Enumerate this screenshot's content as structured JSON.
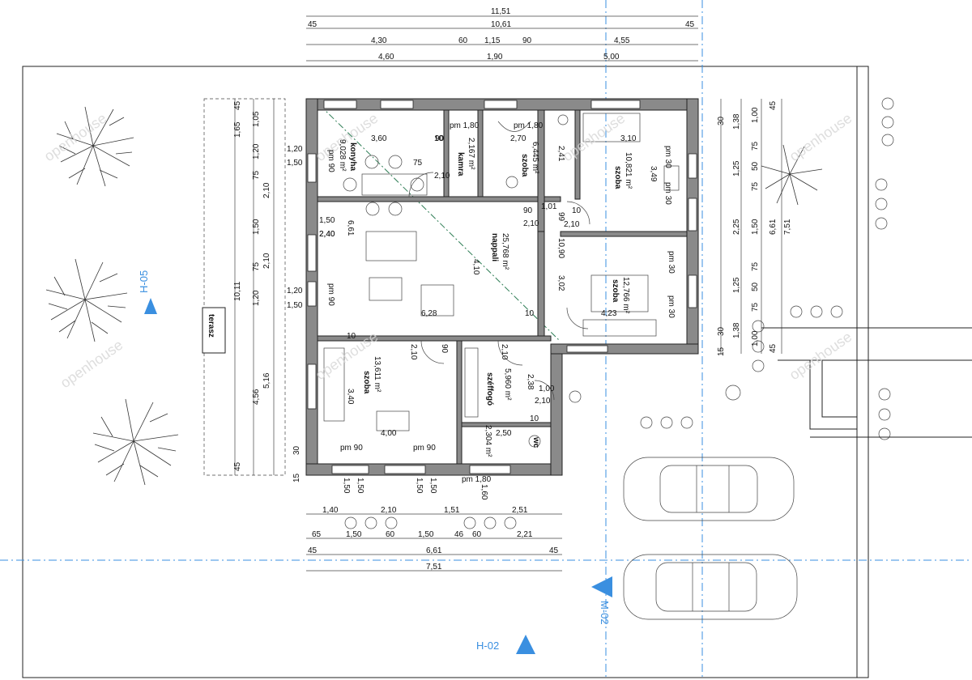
{
  "dims_top": [
    "11,51",
    "45",
    "10,61",
    "45",
    "4,30",
    "60",
    "1,15",
    "90",
    "4,55",
    "4,60",
    "1,90",
    "5,00"
  ],
  "dims_bottom": [
    "1,40",
    "2,10",
    "1,51",
    "2,51",
    "65",
    "1,50",
    "60",
    "1,50",
    "46",
    "60",
    "2,21",
    "45",
    "6,61",
    "45",
    "7,51"
  ],
  "dims_left": [
    "45",
    "1,05",
    "1,65",
    "1,20",
    "75",
    "2,10",
    "1,50",
    "75",
    "2,10",
    "1,20",
    "10,11",
    "5,16",
    "4,56",
    "45",
    "30",
    "15",
    "1,20",
    "1,50",
    "1,50",
    "2,40",
    "1,20",
    "1,50"
  ],
  "dims_right": [
    "45",
    "1,00",
    "1,38",
    "75",
    "1,25",
    "50",
    "75",
    "2,25",
    "1,50",
    "6,61",
    "7,51",
    "75",
    "1,25",
    "50",
    "75",
    "1,38",
    "1,00",
    "45",
    "30",
    "15",
    "30"
  ],
  "rooms": [
    {
      "name": "konyha",
      "area": "9,028 m²"
    },
    {
      "name": "kamra",
      "area": "2,167 m²"
    },
    {
      "name": "szoba",
      "area": "6,445 m²"
    },
    {
      "name": "szoba",
      "area": "10,821 m²"
    },
    {
      "name": "nappali",
      "area": "25,768 m²"
    },
    {
      "name": "szoba",
      "area": "12,766 m²"
    },
    {
      "name": "szoba",
      "area": "13,611 m²"
    },
    {
      "name": "széffogó",
      "area": "5,960 m²"
    },
    {
      "name": "wc",
      "area": "2,304 m²"
    }
  ],
  "inner_labels": [
    "3,60",
    "10",
    "90",
    "75",
    "2,10",
    "pm 1,80",
    "pm 1,80",
    "2,70",
    "3,10",
    "pm 30",
    "3,49",
    "pm 30",
    "2,10",
    "90",
    "99",
    "10",
    "6,61",
    "2,40",
    "pm 90",
    "6,28",
    "4,10",
    "3,02",
    "4,23",
    "pm 30",
    "pm 30",
    "10",
    "2,10",
    "90",
    "2,10",
    "3,40",
    "4,00",
    "pm 90",
    "pm 90",
    "2,38",
    "1,00",
    "2,10",
    "2,50",
    "pm 1,80",
    "10",
    "10",
    "pm 90",
    "2,41",
    "1,01",
    "10,90",
    "2,10"
  ],
  "terasz": "terasz",
  "markers": {
    "h05": "H-05",
    "h02": "H-02",
    "m02": "M-02"
  },
  "watermark": "openhouse",
  "pm_labels": [
    "1,50",
    "1,50",
    "1,50",
    "1,50",
    "1,60"
  ]
}
